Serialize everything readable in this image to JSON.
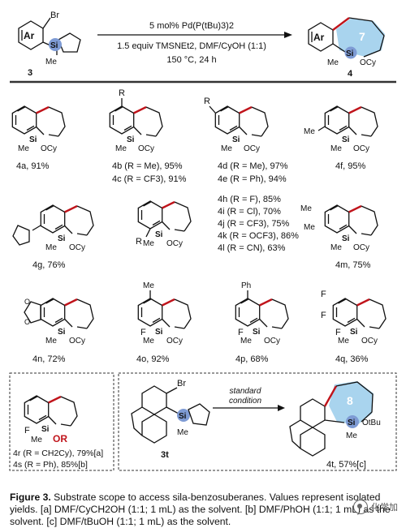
{
  "scheme": {
    "reactant_label": "3",
    "product_label": "4",
    "conditions": [
      "5 mol% Pd(P(tBu)3)2",
      "1.5 equiv TMSNEt2, DMF/CyOH (1:1)",
      "150 °C, 24 h"
    ],
    "ring_size": "7",
    "atom_labels": {
      "ar": "Ar",
      "br": "Br",
      "si": "Si",
      "me": "Me",
      "ocy": "OCy"
    }
  },
  "compounds": [
    {
      "label": "4a",
      "yield": "4a, 91%"
    },
    {
      "label": "4b",
      "yield": "4b (R = Me), 95%"
    },
    {
      "label": "4c",
      "yield": "4c (R = CF3), 91%"
    },
    {
      "label": "4d",
      "yield": "4d (R = Me), 97%"
    },
    {
      "label": "4e",
      "yield": "4e (R = Ph), 94%"
    },
    {
      "label": "4f",
      "yield": "4f, 95%"
    },
    {
      "label": "4g",
      "yield": "4g, 76%"
    },
    {
      "label": "4h",
      "yield": "4h (R = F), 85%"
    },
    {
      "label": "4i",
      "yield": "4i (R = Cl), 70%"
    },
    {
      "label": "4j",
      "yield": "4j (R = CF3), 75%"
    },
    {
      "label": "4k",
      "yield": "4k (R = OCF3), 86%"
    },
    {
      "label": "4l",
      "yield": "4l (R = CN), 63%"
    },
    {
      "label": "4m",
      "yield": "4m, 75%"
    },
    {
      "label": "4n",
      "yield": "4n, 72%"
    },
    {
      "label": "4o",
      "yield": "4o, 92%"
    },
    {
      "label": "4p",
      "yield": "4p, 68%"
    },
    {
      "label": "4q",
      "yield": "4q, 36%"
    },
    {
      "label": "4r",
      "yield": "4r (R = CH2Cy), 79%[a]"
    },
    {
      "label": "4s",
      "yield": "4s (R = Ph), 85%[b]"
    },
    {
      "label": "4t",
      "yield": "4t, 57%[c]"
    }
  ],
  "substituents": {
    "R": "R",
    "Me": "Me",
    "Ph": "Ph",
    "F": "F",
    "OR": "OR",
    "OtBu": "OtBu"
  },
  "bottom_scheme": {
    "reactant_label": "3t",
    "arrow_text": [
      "standard",
      "condition"
    ],
    "ring_size": "8"
  },
  "caption": {
    "lead": "Figure 3.",
    "text": " Substrate scope to access sila-benzosuberanes. Values represent isolated yields. [a] DMF/CyCH2OH (1:1; 1 mL) as the solvent. [b] DMF/PhOH (1:1; 1 mL) as the solvent. [c] DMF/tBuOH (1:1; 1 mL) as the solvent."
  },
  "watermark": "化学加",
  "colors": {
    "red_bond": "#c0141b",
    "silicon_blue": "#7e9bd4",
    "ring_fill": "#a9d4ee",
    "text": "#111111"
  }
}
